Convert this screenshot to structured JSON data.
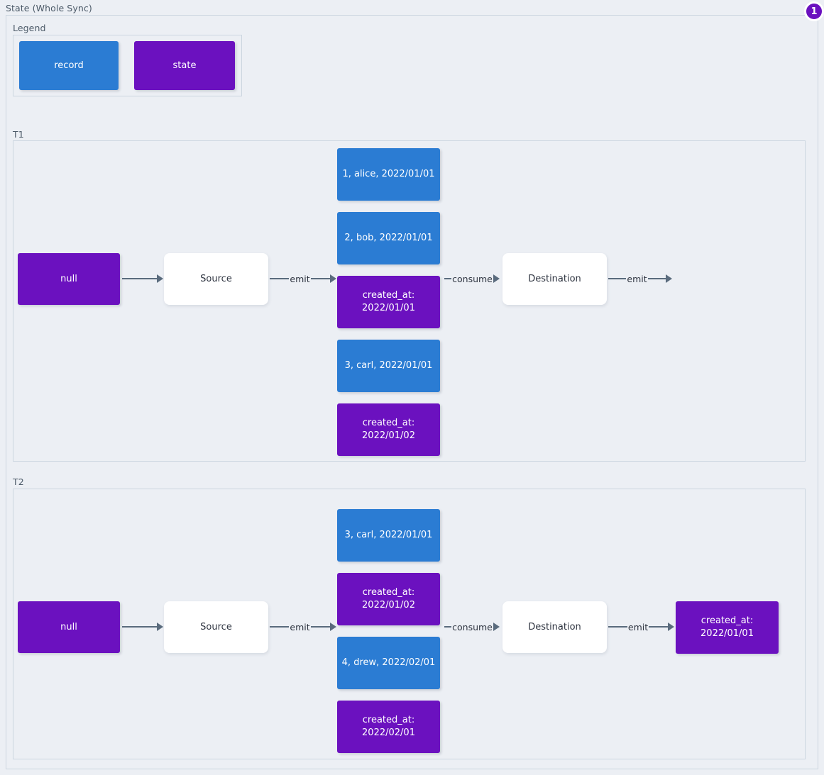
{
  "diagram": {
    "title": "State (Whole Sync)",
    "badge": "1",
    "colors": {
      "record": "#2b7cd3",
      "state": "#6b11bf",
      "canvas_bg": "#eceff4",
      "border": "#ccd6e0",
      "edge": "#5a6b7d",
      "plain_node_bg": "#ffffff"
    }
  },
  "legend": {
    "label": "Legend",
    "items": [
      {
        "label": "record",
        "kind": "record"
      },
      {
        "label": "state",
        "kind": "state"
      }
    ]
  },
  "groups": [
    {
      "label": "T1",
      "nodes": {
        "initial_state": "null",
        "source": "Source",
        "destination": "Destination",
        "final_state": ""
      },
      "edges": {
        "start_to_source": "",
        "source_emit": "emit",
        "consume": "consume",
        "dest_emit": "emit"
      },
      "stream": [
        {
          "kind": "record",
          "label": "1, alice, 2022/01/01"
        },
        {
          "kind": "record",
          "label": "2, bob, 2022/01/01"
        },
        {
          "kind": "state",
          "label": "created_at:\n2022/01/01"
        },
        {
          "kind": "record",
          "label": "3, carl, 2022/01/01"
        },
        {
          "kind": "state",
          "label": "created_at:\n2022/01/02"
        }
      ]
    },
    {
      "label": "T2",
      "nodes": {
        "initial_state": "null",
        "source": "Source",
        "destination": "Destination",
        "final_state": "created_at:\n2022/01/01"
      },
      "edges": {
        "start_to_source": "",
        "source_emit": "emit",
        "consume": "consume",
        "dest_emit": "emit"
      },
      "stream": [
        {
          "kind": "record",
          "label": "3, carl, 2022/01/01"
        },
        {
          "kind": "state",
          "label": "created_at:\n2022/01/02"
        },
        {
          "kind": "record",
          "label": "4, drew, 2022/02/01"
        },
        {
          "kind": "state",
          "label": "created_at:\n2022/02/01"
        }
      ]
    }
  ]
}
